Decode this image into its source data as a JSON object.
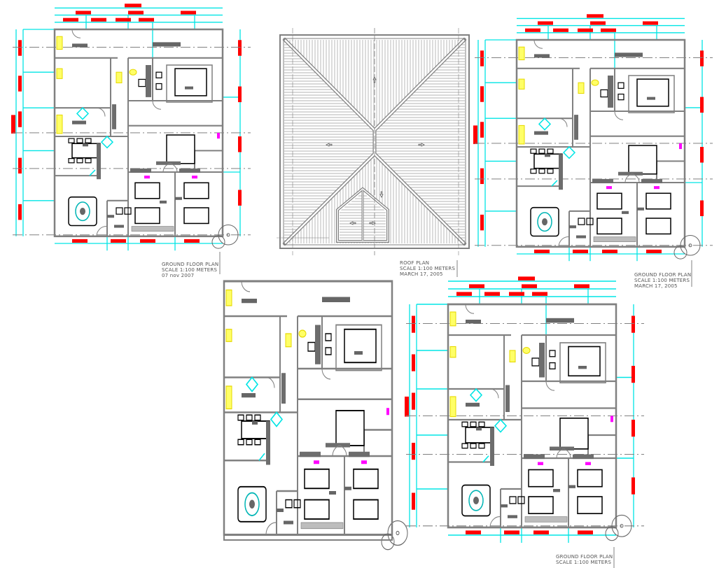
{
  "sheet": {
    "colors": {
      "dimension_line": "#00e5e5",
      "dimension_text_mask": "#ff0000",
      "wall": "#808080",
      "furniture": "#000000",
      "plumbing_fixture": "#ffff00",
      "accent_fixture": "#ff00ff",
      "label_block": "#666666",
      "background": "#ffffff"
    },
    "drawings": [
      {
        "id": "plan-1",
        "type": "floor-plan",
        "caption": {
          "title": "GROUND FLOOR PLAN",
          "scale": "SCALE 1:100 METERS",
          "date": "07 nov 2007"
        }
      },
      {
        "id": "roof-plan",
        "type": "roof-plan",
        "caption": {
          "title": "ROOF PLAN",
          "scale": "SCALE 1:100 METERS",
          "date": "MARCH 17, 2005"
        }
      },
      {
        "id": "plan-2",
        "type": "floor-plan",
        "caption": {
          "title": "GROUND FLOOR PLAN",
          "scale": "SCALE 1:100 METERS",
          "date": "MARCH 17, 2005"
        }
      },
      {
        "id": "plan-3",
        "type": "floor-plan-unannotated",
        "caption": null
      },
      {
        "id": "plan-4",
        "type": "floor-plan",
        "caption": {
          "title": "GROUND FLOOR PLAN",
          "scale": "SCALE 1:100 METERS"
        }
      }
    ]
  }
}
